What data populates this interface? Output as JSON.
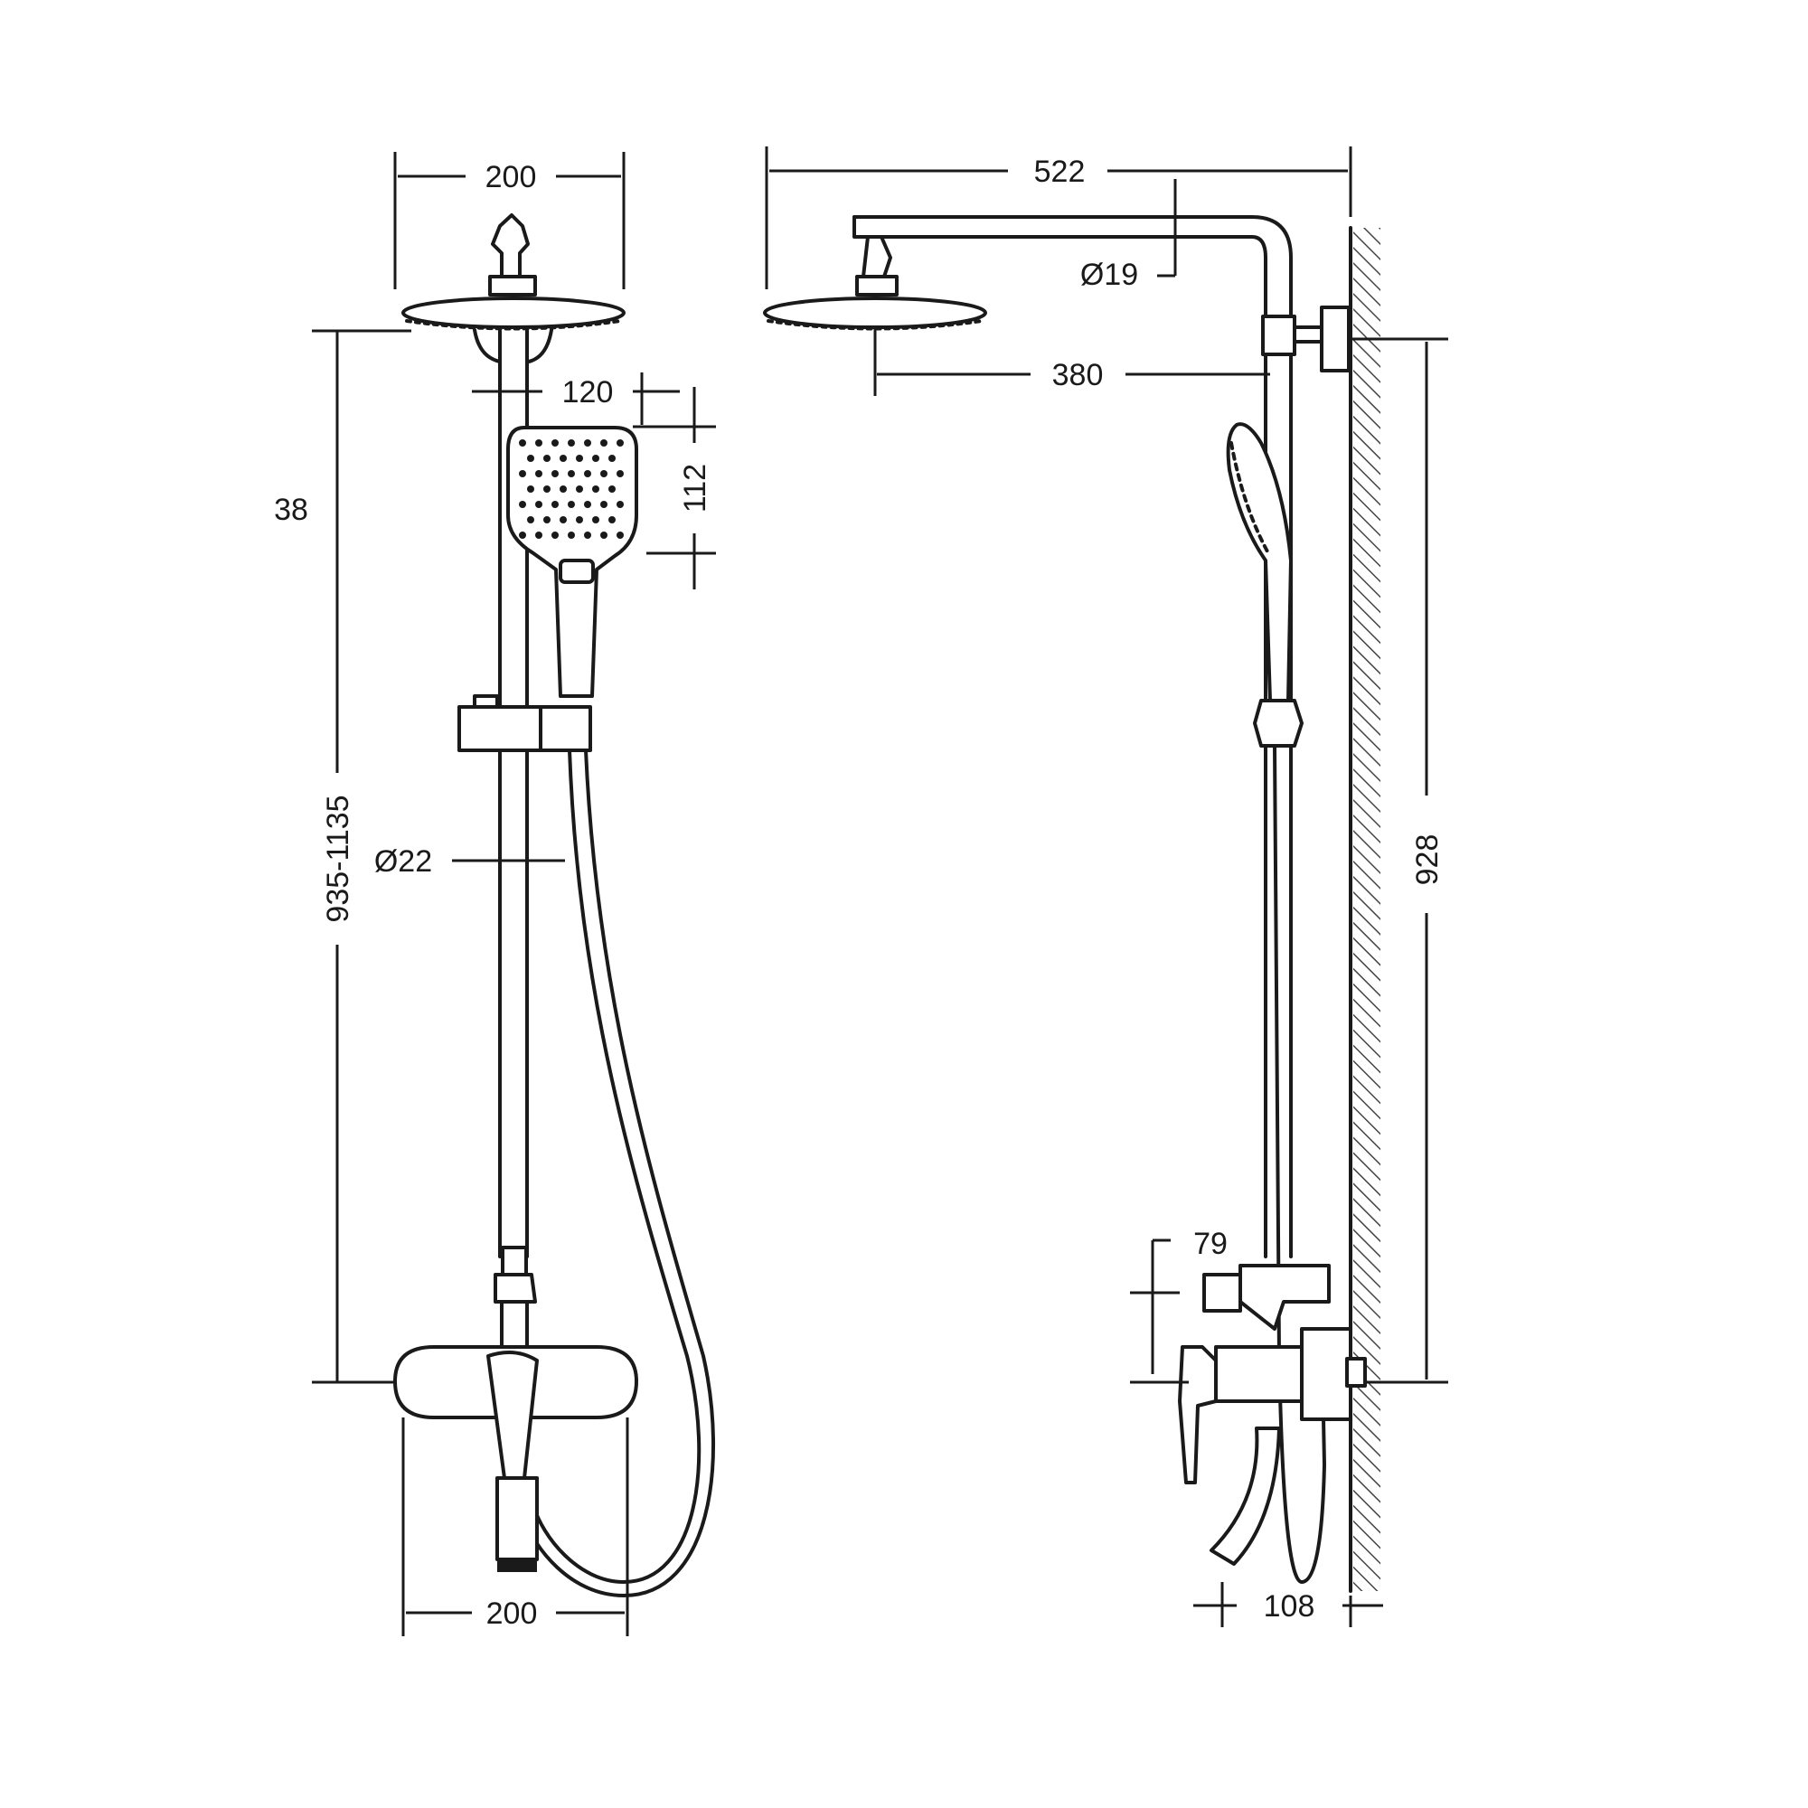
{
  "drawing": {
    "title": "Shower column dimensional drawing",
    "front_view": {
      "head_width": "200",
      "handshower_width": "120",
      "handshower_height": "112",
      "partial_label": "38",
      "height_range": "935-1135",
      "pipe_diameter": "Ø22",
      "mixer_width": "200"
    },
    "side_view": {
      "total_projection": "522",
      "arm_diameter": "Ø19",
      "arm_reach": "380",
      "mixer_offset": "79",
      "height": "928",
      "spout_projection": "108"
    }
  }
}
